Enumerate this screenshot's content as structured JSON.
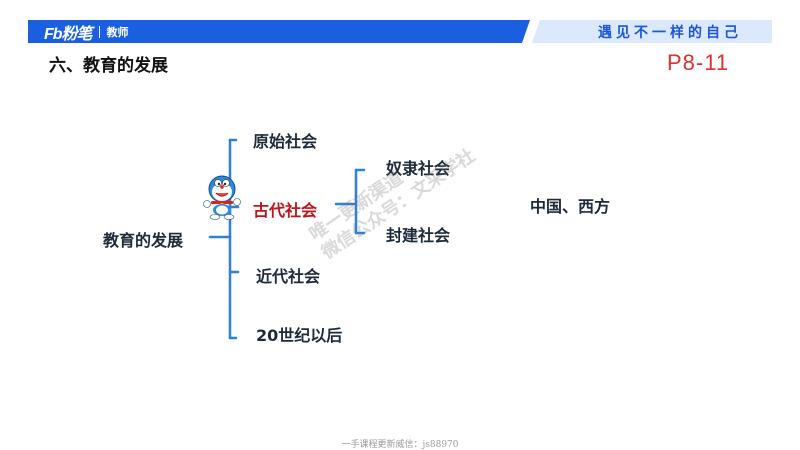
{
  "header": {
    "brand_logo": "Fb粉笔",
    "brand_sub": "教师",
    "slogan": "遇见不一样的自己",
    "colors": {
      "band_dark": "#1a5fe0",
      "band_light": "#dce8fb"
    }
  },
  "section_title": "六、教育的发展",
  "page_ref": "P8-11",
  "diagram": {
    "root": "教育的发展",
    "level1": [
      "原始社会",
      "古代社会",
      "近代社会",
      "20世纪以后"
    ],
    "highlighted": "古代社会",
    "level2": [
      "奴隶社会",
      "封建社会"
    ],
    "note": "中国、西方",
    "colors": {
      "line": "#2f7fdc",
      "text": "#1c2a3a",
      "highlight": "#c0141c"
    }
  },
  "watermark": [
    "唯一更新渠道",
    "微信公众号：文采学社"
  ],
  "footer": "一手课程更新威信：js88970",
  "mascot_icon": "doraemon-icon"
}
